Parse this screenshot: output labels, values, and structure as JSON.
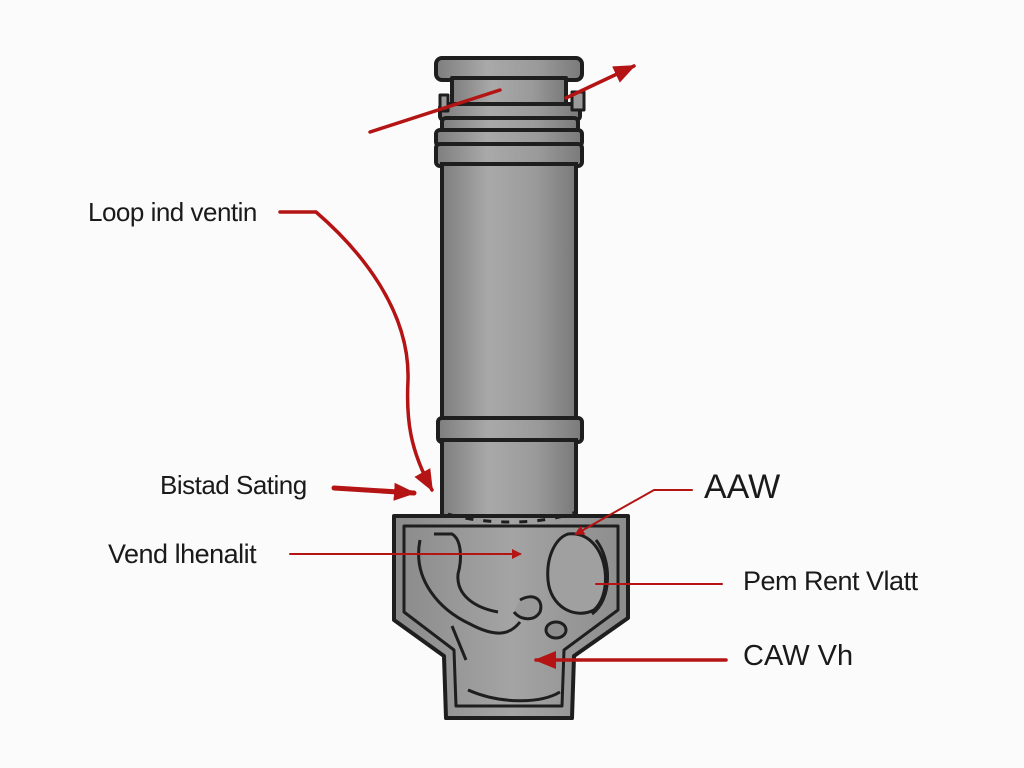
{
  "labels": {
    "loop_ind_ventin": "Loop ind ventin",
    "bistad_sating": "Bistad Sating",
    "vend_ihenalit": "Vend lhenalit",
    "aaw": "AAW",
    "pem_rent_vlatt": "Pem Rent Vlatt",
    "caw_vh": "CAW Vh"
  },
  "colors": {
    "pipe_fill": "#9a9a9a",
    "pipe_shade": "#7d7d7d",
    "outline": "#1e1e1e",
    "arrow": "#b41414",
    "background": "#fbfbfb"
  }
}
